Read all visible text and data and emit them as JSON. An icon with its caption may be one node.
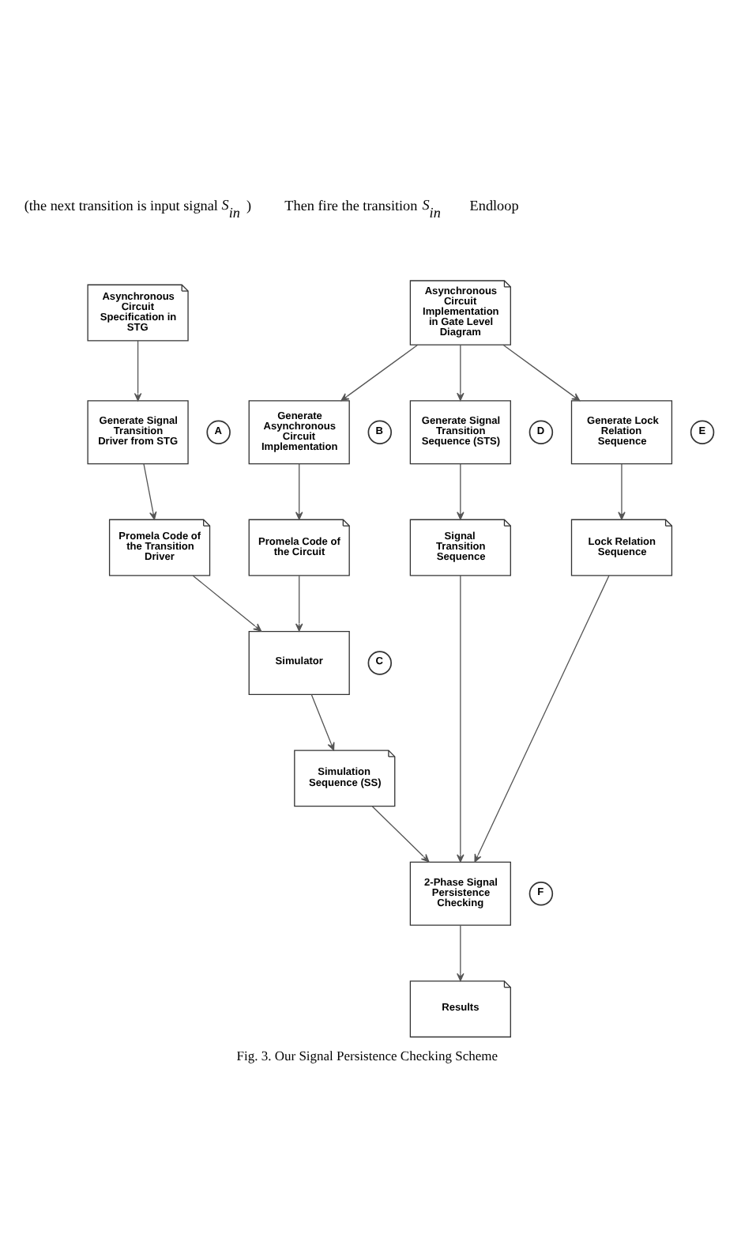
{
  "diagram": {
    "caption": "Fig. 3. Our Signal Persistence Checking Scheme",
    "nodes": [
      {
        "text": [
          "Asynchronous Circuit Specification in STG"
        ]
      },
      {
        "text": [
          "Asynchronous Circuit Implementation in Gate Level Diagram"
        ]
      },
      {
        "text": [
          "A"
        ]
      },
      {
        "text": [
          "Generate Signal Transition Driver from STG"
        ]
      },
      {
        "text": [
          "B"
        ]
      },
      {
        "text": [
          "Generate Asynchronous Circuit Implementation"
        ]
      },
      {
        "text": [
          "D"
        ]
      },
      {
        "text": [
          "Generate Signal Transition Sequence (STS)"
        ]
      },
      {
        "text": [
          "E"
        ]
      },
      {
        "text": [
          "Generate Lock Relation Sequence"
        ]
      },
      {
        "text": [
          "Promela Code of the Transition Driver"
        ]
      },
      {
        "text": [
          "Promela Code of the Circuit"
        ]
      },
      {
        "text": [
          "Signal Transition Sequence"
        ]
      },
      {
        "text": [
          "Lock Relation Sequence"
        ]
      },
      {
        "text": [
          "C"
        ]
      },
      {
        "text": [
          "Simulator"
        ]
      },
      {
        "text": [
          "Simulation Sequence (SS)"
        ]
      },
      {
        "text": [
          "F"
        ]
      },
      {
        "text": [
          "2-Phase Signal Persistence Checking"
        ]
      },
      {
        "text": [
          "Results"
        ]
      }
    ],
    "edges": [
      {
        "from": 0,
        "to": 3,
        "arrow": "to"
      },
      {
        "from": 1,
        "to": 5,
        "arrow": "to"
      },
      {
        "from": 1,
        "to": 7,
        "arrow": "to"
      },
      {
        "from": 1,
        "to": 9,
        "arrow": "to"
      },
      {
        "from": 3,
        "to": 10,
        "arrow": "to"
      },
      {
        "from": 5,
        "to": 11,
        "arrow": "to"
      },
      {
        "from": 7,
        "to": 12,
        "arrow": "to"
      },
      {
        "from": 9,
        "to": 13,
        "arrow": "to"
      },
      {
        "from": 10,
        "to": 15,
        "arrow": "to"
      },
      {
        "from": 11,
        "to": 15,
        "arrow": "to"
      },
      {
        "from": 15,
        "to": 16,
        "arrow": "to"
      },
      {
        "from": 16,
        "to": 18,
        "arrow": "to"
      },
      {
        "from": 12,
        "to": 18,
        "arrow": "to"
      },
      {
        "from": 13,
        "to": 18,
        "arrow": "to"
      },
      {
        "from": 18,
        "to": 19,
        "arrow": "to"
      }
    ],
    "labels": [
      "(the next transition is input signal *S$_{in}$* )",
      "Then fire the transition *S$_{in}$*",
      "Endloop"
    ]
  }
}
